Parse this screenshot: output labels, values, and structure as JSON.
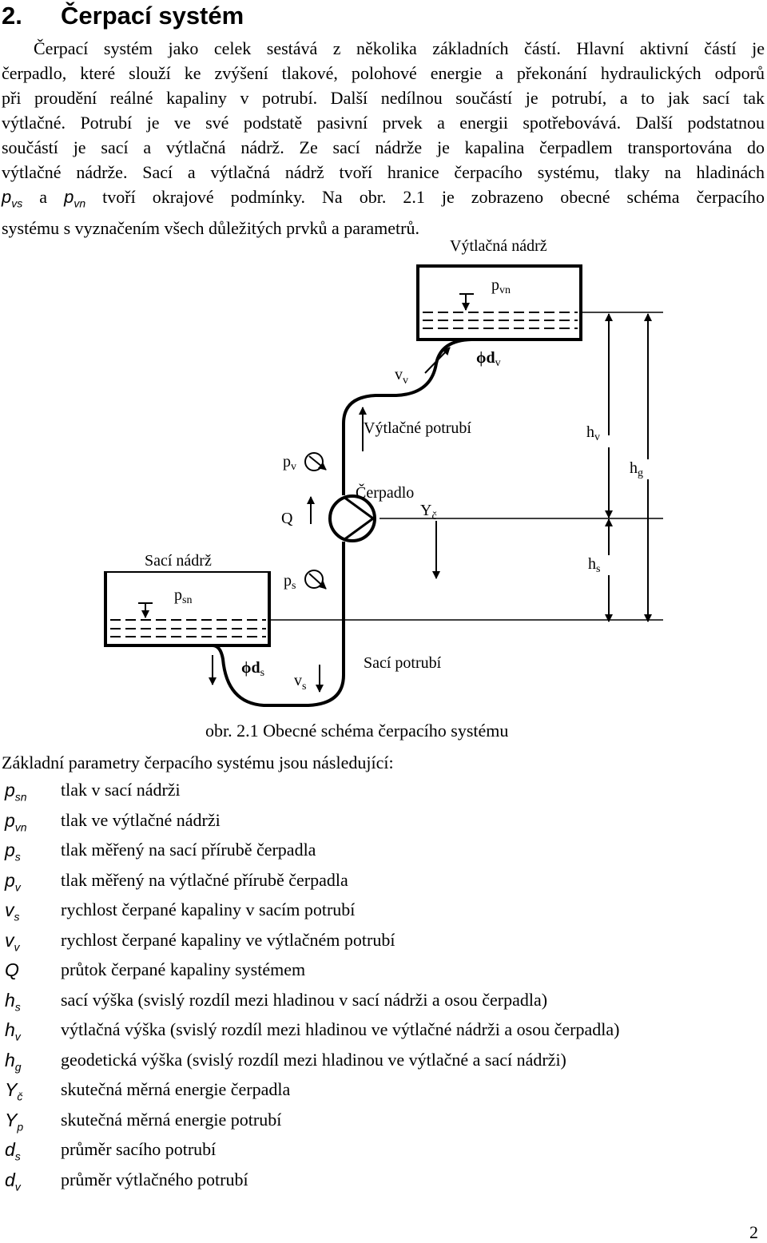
{
  "heading": {
    "number": "2.",
    "title": "Čerpací systém"
  },
  "paragraph": {
    "l1": "Čerpací systém jako celek sestává z několika základních částí. Hlavní aktivní částí je",
    "l2": "čerpadlo, které slouží ke zvýšení tlakové, polohové energie a překonání hydraulických odporů",
    "l3": "při proudění reálné kapaliny v potrubí. Další nedílnou součástí je potrubí, a to jak sací tak",
    "l4": "výtlačné. Potrubí je ve své podstatě pasivní prvek a energii spotřebovává. Další podstatnou",
    "l5": "součástí je sací a výtlačná nádrž. Ze sací nádrže je kapalina čerpadlem transportována do",
    "l6": "výtlačné nádrže. Sací a výtlačná nádrž tvoří hranice čerpacího systému, tlaky na hladinách",
    "l7_sym1": "p",
    "l7_sub1": "vs",
    "l7_mid": " a ",
    "l7_sym2": "p",
    "l7_sub2": "vn",
    "l7_rest": " tvoří okrajové podmínky. Na obr. 2.1 je zobrazeno obecné schéma čerpacího",
    "l8": "systému s vyznačením všech důležitých prvků a parametrů."
  },
  "diagram": {
    "discharge_tank": "Výtlačná nádrž",
    "p_vn": "p",
    "p_vn_sub": "vn",
    "v_v": "v",
    "v_v_sub": "v",
    "phi_dv": "ϕd",
    "phi_dv_sub": "v",
    "discharge_pipe": "Výtlačné potrubí",
    "h_v": "h",
    "h_v_sub": "v",
    "h_g": "h",
    "h_g_sub": "g",
    "p_v": "p",
    "p_v_sub": "v",
    "pump": "Čerpadlo",
    "q": "Q",
    "y_c": "Y",
    "y_c_sub": "č",
    "suction_tank": "Sací nádrž",
    "p_sn": "p",
    "p_sn_sub": "sn",
    "p_s": "p",
    "p_s_sub": "s",
    "h_s": "h",
    "h_s_sub": "s",
    "phi_ds": "ϕd",
    "phi_ds_sub": "s",
    "v_s": "v",
    "v_s_sub": "s",
    "suction_pipe": "Sací potrubí"
  },
  "caption": "obr. 2.1 Obecné schéma čerpacího systému",
  "intro": "Základní parametry čerpacího systému jsou následující:",
  "parameters": [
    {
      "sym": "p",
      "sub": "sn",
      "desc": "tlak v sací nádrži"
    },
    {
      "sym": "p",
      "sub": "vn",
      "desc": "tlak ve výtlačné nádrži"
    },
    {
      "sym": "p",
      "sub": "s",
      "desc": "tlak měřený na sací přírubě čerpadla"
    },
    {
      "sym": "p",
      "sub": "v",
      "desc": "tlak měřený na výtlačné přírubě čerpadla"
    },
    {
      "sym": "v",
      "sub": "s",
      "desc": "rychlost čerpané kapaliny v sacím potrubí"
    },
    {
      "sym": "v",
      "sub": "v",
      "desc": "rychlost čerpané kapaliny ve výtlačném potrubí"
    },
    {
      "sym": "Q",
      "sub": "",
      "desc": "průtok čerpané kapaliny systémem"
    },
    {
      "sym": "h",
      "sub": "s",
      "desc": "sací výška (svislý rozdíl mezi hladinou v sací nádrži a osou čerpadla)"
    },
    {
      "sym": "h",
      "sub": "v",
      "desc": "výtlačná výška (svislý rozdíl mezi hladinou ve výtlačné nádrži a osou čerpadla)"
    },
    {
      "sym": "h",
      "sub": "g",
      "desc": "geodetická výška (svislý rozdíl mezi hladinou ve výtlačné a sací nádrži)"
    },
    {
      "sym": "Y",
      "sub": "č",
      "desc": "skutečná měrná energie čerpadla"
    },
    {
      "sym": "Y",
      "sub": "p",
      "desc": "skutečná měrná energie potrubí"
    },
    {
      "sym": "d",
      "sub": "s",
      "desc": "průměr sacího potrubí"
    },
    {
      "sym": "d",
      "sub": "v",
      "desc": "průměr výtlačného potrubí"
    }
  ],
  "page_number": "2"
}
